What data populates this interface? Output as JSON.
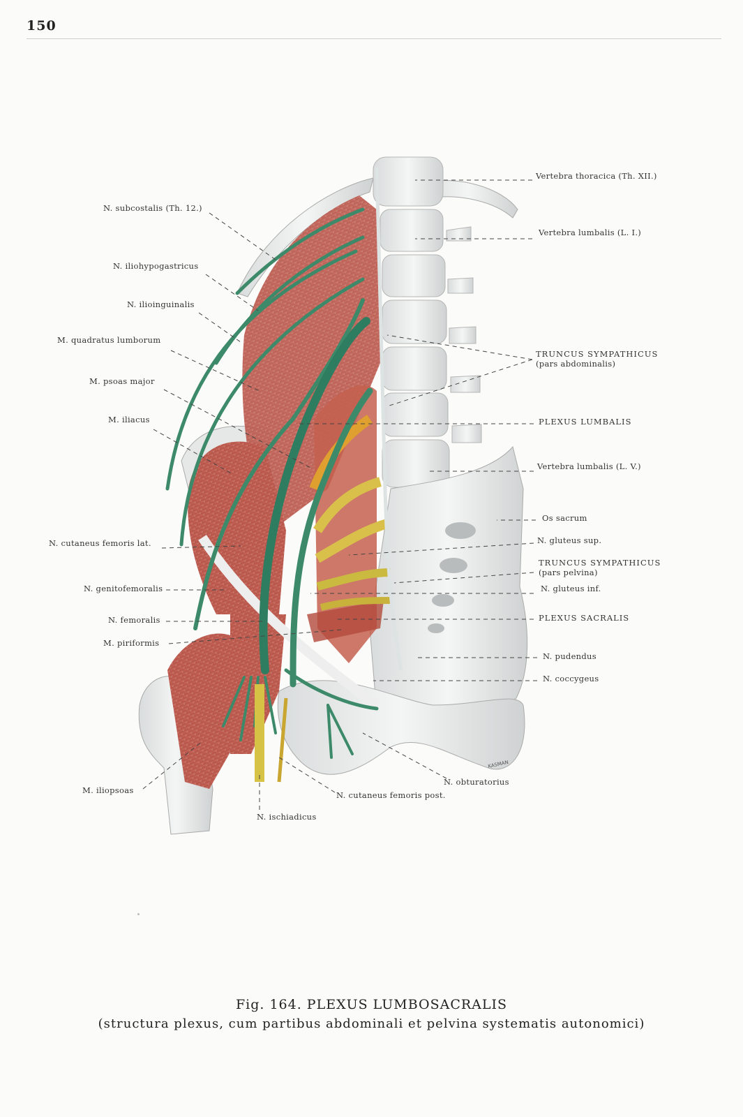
{
  "page": {
    "number": "150"
  },
  "figure": {
    "signature": "KASMAN",
    "labels_left": [
      "N. subcostalis (Th. 12.)",
      "N. iliohypogastricus",
      "N. ilioinguinalis",
      "M. quadratus lumborum",
      "M. psoas major",
      "M. iliacus",
      "N. cutaneus femoris lat.",
      "N. genitofemoralis",
      "N. femoralis",
      "M. piriformis",
      "M. iliopsoas"
    ],
    "labels_right": [
      "Vertebra thoracica (Th. XII.)",
      "Vertebra lumbalis (L. I.)",
      "TRUNCUS SYMPATHICUS",
      "(pars abdominalis)",
      "PLEXUS LUMBALIS",
      "Vertebra lumbalis (L. V.)",
      "Os sacrum",
      "N. gluteus sup.",
      "TRUNCUS SYMPATHICUS",
      "(pars pelvina)",
      "N. gluteus inf.",
      "PLEXUS SACRALIS",
      "N. pudendus",
      "N. coccygeus"
    ],
    "labels_bottom": [
      "N. obturatorius",
      "N. cutaneus femoris post.",
      "N. ischiadicus"
    ]
  },
  "caption": {
    "title": "Fig. 164. PLEXUS LUMBOSACRALIS",
    "subtitle": "(structura plexus, cum partibus abdominali et pelvina systematis autonomici)"
  }
}
